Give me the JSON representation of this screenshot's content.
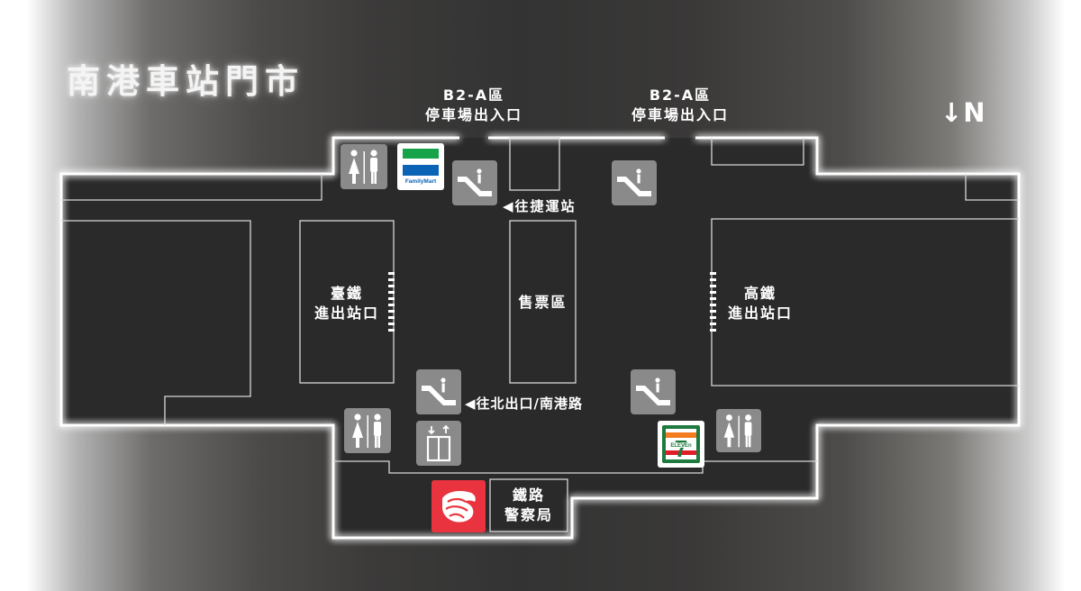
{
  "title": "南港車站門市",
  "north_indicator": "↓N",
  "colors": {
    "outline": "#ffffff",
    "floor": "#2b2b2b",
    "icon_bg": "#8a8a8a",
    "police_red": "#e9343f",
    "familymart_green": "#16a34a",
    "familymart_blue": "#0b63b6",
    "seven_green": "#1f7a3f",
    "seven_orange": "#f47c20"
  },
  "parking_entrances": [
    {
      "line1": "B2-A區",
      "line2": "停車場出入口"
    },
    {
      "line1": "B2-A區",
      "line2": "停車場出入口"
    }
  ],
  "directions": {
    "mrt": "◀往捷運站",
    "north_exit": "◀往北出口/南港路"
  },
  "areas": {
    "tra": {
      "line1": "臺鐵",
      "line2": "進出站口"
    },
    "ticket": {
      "line1": "售票區"
    },
    "hsr": {
      "line1": "高鐵",
      "line2": "進出站口"
    },
    "police": {
      "line1": "鐵路",
      "line2": "警察局"
    }
  },
  "stores": {
    "familymart": {
      "label": "FamilyMart"
    },
    "seven": {
      "number": "7",
      "label": "ELEVEn"
    }
  },
  "icons": {
    "restroom": "restroom-icon",
    "escalator": "escalator-icon",
    "elevator": "elevator-icon",
    "police": "police-logo-icon"
  }
}
